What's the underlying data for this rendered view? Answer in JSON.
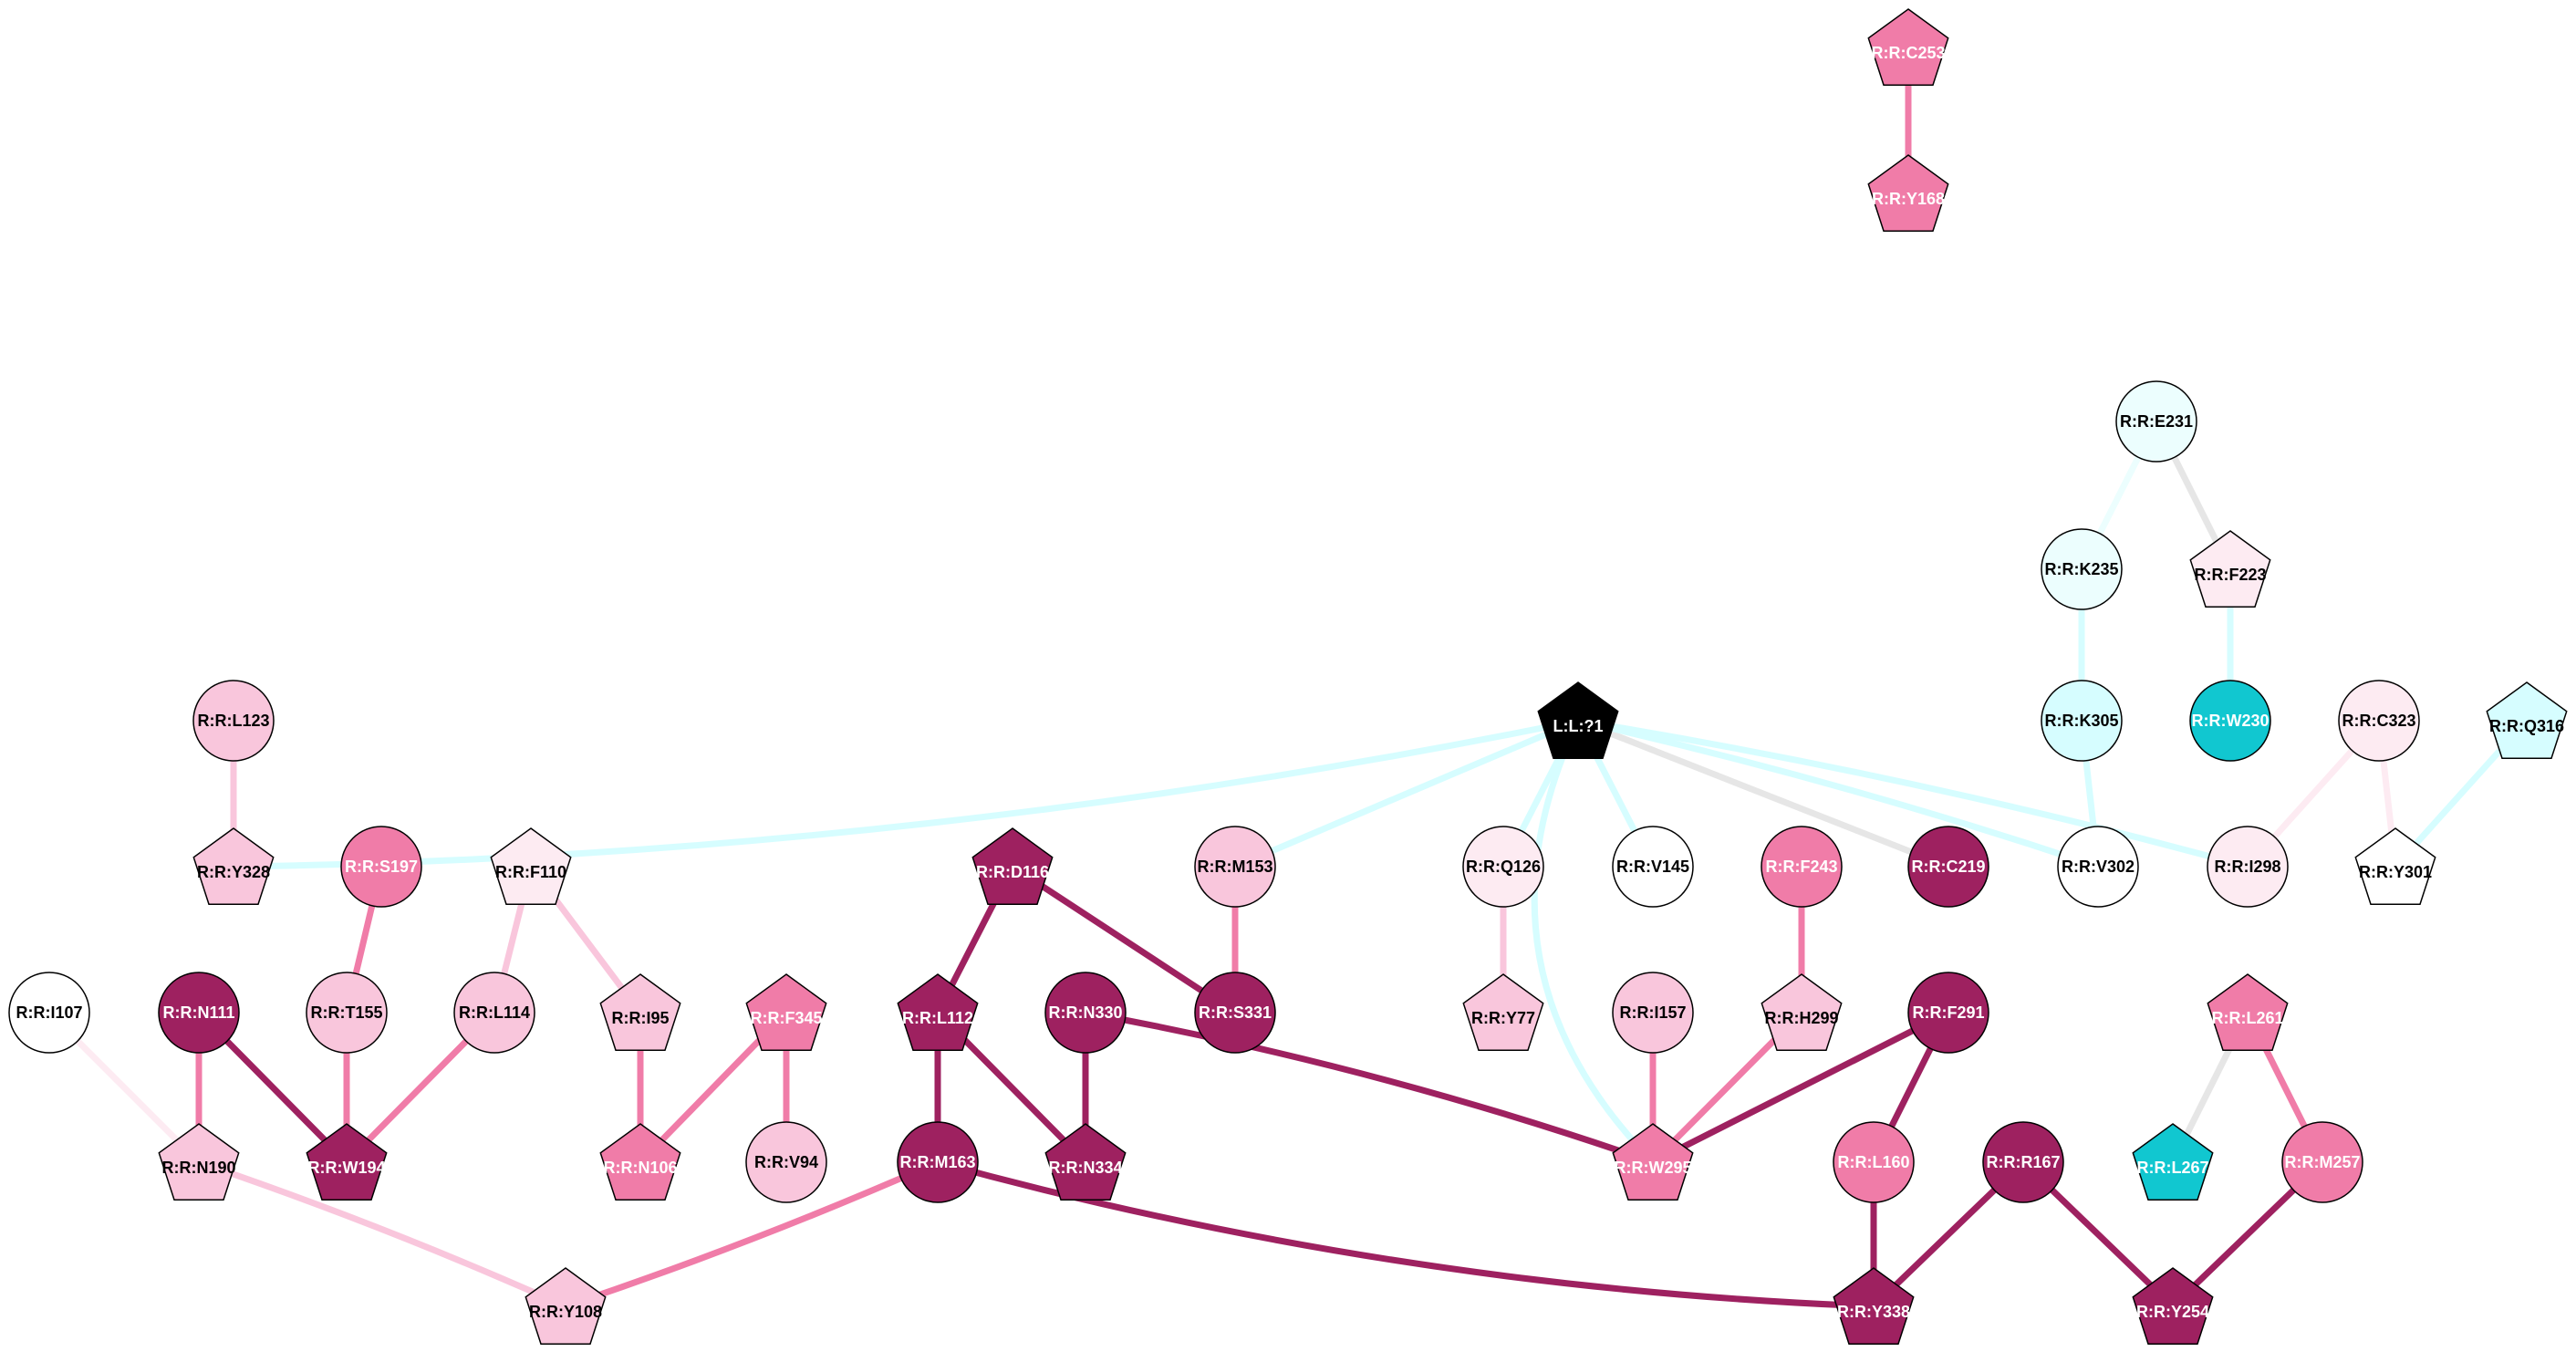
{
  "colors": {
    "dark": "#9e2160",
    "mid": "#f07ca8",
    "light": "#f9c6dc",
    "pale": "#fdebf2",
    "cyan": "#11c7d0",
    "cyan_pale": "#d6fdff",
    "cyan_faint": "#ecfefe",
    "white": "#ffffff",
    "black": "#000000",
    "grey_edge": "#e6e6e6"
  },
  "nodes": [
    {
      "id": "C253",
      "label": "R:R:C253",
      "shape": "pentagon",
      "fill": "mid"
    },
    {
      "id": "Y168",
      "label": "R:R:Y168",
      "shape": "pentagon",
      "fill": "mid"
    },
    {
      "id": "E231",
      "label": "R:R:E231",
      "shape": "circle",
      "fill": "cyan_faint"
    },
    {
      "id": "K235",
      "label": "R:R:K235",
      "shape": "circle",
      "fill": "cyan_faint"
    },
    {
      "id": "F223",
      "label": "R:R:F223",
      "shape": "pentagon",
      "fill": "pale"
    },
    {
      "id": "K305",
      "label": "R:R:K305",
      "shape": "circle",
      "fill": "cyan_pale"
    },
    {
      "id": "W230",
      "label": "R:R:W230",
      "shape": "circle",
      "fill": "cyan"
    },
    {
      "id": "C323",
      "label": "R:R:C323",
      "shape": "circle",
      "fill": "pale"
    },
    {
      "id": "Q316",
      "label": "R:R:Q316",
      "shape": "pentagon",
      "fill": "cyan_pale"
    },
    {
      "id": "L123",
      "label": "R:R:L123",
      "shape": "circle",
      "fill": "light"
    },
    {
      "id": "L71",
      "label": "L:L:?1",
      "shape": "pentagon",
      "fill": "black"
    },
    {
      "id": "Y328",
      "label": "R:R:Y328",
      "shape": "pentagon",
      "fill": "light"
    },
    {
      "id": "S197",
      "label": "R:R:S197",
      "shape": "circle",
      "fill": "mid"
    },
    {
      "id": "F110",
      "label": "R:R:F110",
      "shape": "pentagon",
      "fill": "pale"
    },
    {
      "id": "D116",
      "label": "R:R:D116",
      "shape": "pentagon",
      "fill": "dark"
    },
    {
      "id": "M153",
      "label": "R:R:M153",
      "shape": "circle",
      "fill": "light"
    },
    {
      "id": "Q126",
      "label": "R:R:Q126",
      "shape": "circle",
      "fill": "pale"
    },
    {
      "id": "V145",
      "label": "R:R:V145",
      "shape": "circle",
      "fill": "white"
    },
    {
      "id": "F243",
      "label": "R:R:F243",
      "shape": "circle",
      "fill": "mid"
    },
    {
      "id": "C219",
      "label": "R:R:C219",
      "shape": "circle",
      "fill": "dark"
    },
    {
      "id": "V302",
      "label": "R:R:V302",
      "shape": "circle",
      "fill": "white"
    },
    {
      "id": "I298",
      "label": "R:R:I298",
      "shape": "circle",
      "fill": "pale"
    },
    {
      "id": "Y301",
      "label": "R:R:Y301",
      "shape": "pentagon",
      "fill": "white"
    },
    {
      "id": "I107",
      "label": "R:R:I107",
      "shape": "circle",
      "fill": "white"
    },
    {
      "id": "N111",
      "label": "R:R:N111",
      "shape": "circle",
      "fill": "dark"
    },
    {
      "id": "T155",
      "label": "R:R:T155",
      "shape": "circle",
      "fill": "light"
    },
    {
      "id": "L114",
      "label": "R:R:L114",
      "shape": "circle",
      "fill": "light"
    },
    {
      "id": "I95",
      "label": "R:R:I95",
      "shape": "pentagon",
      "fill": "light"
    },
    {
      "id": "F345",
      "label": "R:R:F345",
      "shape": "pentagon",
      "fill": "mid"
    },
    {
      "id": "L112",
      "label": "R:R:L112",
      "shape": "pentagon",
      "fill": "dark"
    },
    {
      "id": "N330",
      "label": "R:R:N330",
      "shape": "circle",
      "fill": "dark"
    },
    {
      "id": "S331",
      "label": "R:R:S331",
      "shape": "circle",
      "fill": "dark"
    },
    {
      "id": "Y77",
      "label": "R:R:Y77",
      "shape": "pentagon",
      "fill": "light"
    },
    {
      "id": "I157",
      "label": "R:R:I157",
      "shape": "circle",
      "fill": "light"
    },
    {
      "id": "H299",
      "label": "R:R:H299",
      "shape": "pentagon",
      "fill": "light"
    },
    {
      "id": "F291",
      "label": "R:R:F291",
      "shape": "circle",
      "fill": "dark"
    },
    {
      "id": "L261",
      "label": "R:R:L261",
      "shape": "pentagon",
      "fill": "mid"
    },
    {
      "id": "N190",
      "label": "R:R:N190",
      "shape": "pentagon",
      "fill": "light"
    },
    {
      "id": "W194",
      "label": "R:R:W194",
      "shape": "pentagon",
      "fill": "dark"
    },
    {
      "id": "N106",
      "label": "R:R:N106",
      "shape": "pentagon",
      "fill": "mid"
    },
    {
      "id": "V94",
      "label": "R:R:V94",
      "shape": "circle",
      "fill": "light"
    },
    {
      "id": "M163",
      "label": "R:R:M163",
      "shape": "circle",
      "fill": "dark"
    },
    {
      "id": "N334",
      "label": "R:R:N334",
      "shape": "pentagon",
      "fill": "dark"
    },
    {
      "id": "W295",
      "label": "R:R:W295",
      "shape": "pentagon",
      "fill": "mid"
    },
    {
      "id": "L160",
      "label": "R:R:L160",
      "shape": "circle",
      "fill": "mid"
    },
    {
      "id": "R167",
      "label": "R:R:R167",
      "shape": "circle",
      "fill": "dark"
    },
    {
      "id": "L267",
      "label": "R:R:L267",
      "shape": "pentagon",
      "fill": "cyan"
    },
    {
      "id": "M257",
      "label": "R:R:M257",
      "shape": "circle",
      "fill": "mid"
    },
    {
      "id": "Y108",
      "label": "R:R:Y108",
      "shape": "pentagon",
      "fill": "light"
    },
    {
      "id": "Y338",
      "label": "R:R:Y338",
      "shape": "pentagon",
      "fill": "dark"
    },
    {
      "id": "Y254",
      "label": "R:R:Y254",
      "shape": "pentagon",
      "fill": "dark"
    }
  ],
  "edges": [
    {
      "from": "C253",
      "to": "Y168",
      "color": "mid"
    },
    {
      "from": "E231",
      "to": "K235",
      "color": "cyan_faint"
    },
    {
      "from": "E231",
      "to": "F223",
      "color": "grey_edge"
    },
    {
      "from": "K235",
      "to": "K305",
      "color": "cyan_pale"
    },
    {
      "from": "F223",
      "to": "W230",
      "color": "cyan_pale"
    },
    {
      "from": "K305",
      "to": "V302",
      "color": "cyan_pale"
    },
    {
      "from": "C323",
      "to": "I298",
      "color": "pale"
    },
    {
      "from": "C323",
      "to": "Y301",
      "color": "pale"
    },
    {
      "from": "Q316",
      "to": "Y301",
      "color": "cyan_pale"
    },
    {
      "from": "L123",
      "to": "Y328",
      "color": "light"
    },
    {
      "from": "L71",
      "to": "Y328",
      "color": "cyan_pale",
      "curve": -70
    },
    {
      "from": "L71",
      "to": "M153",
      "color": "cyan_pale"
    },
    {
      "from": "L71",
      "to": "Q126",
      "color": "cyan_pale"
    },
    {
      "from": "L71",
      "to": "V145",
      "color": "cyan_pale"
    },
    {
      "from": "L71",
      "to": "C219",
      "color": "grey_edge"
    },
    {
      "from": "L71",
      "to": "V302",
      "color": "cyan_pale",
      "curve": -15
    },
    {
      "from": "L71",
      "to": "I298",
      "color": "cyan_pale",
      "curve": -20
    },
    {
      "from": "L71",
      "to": "W295",
      "color": "cyan_pale",
      "curve": 170
    },
    {
      "from": "S197",
      "to": "T155",
      "color": "mid"
    },
    {
      "from": "F110",
      "to": "L114",
      "color": "light"
    },
    {
      "from": "F110",
      "to": "I95",
      "color": "light"
    },
    {
      "from": "D116",
      "to": "L112",
      "color": "dark"
    },
    {
      "from": "D116",
      "to": "S331",
      "color": "dark"
    },
    {
      "from": "M153",
      "to": "S331",
      "color": "mid"
    },
    {
      "from": "Q126",
      "to": "Y77",
      "color": "light"
    },
    {
      "from": "F243",
      "to": "H299",
      "color": "mid"
    },
    {
      "from": "I107",
      "to": "N190",
      "color": "pale"
    },
    {
      "from": "N111",
      "to": "N190",
      "color": "mid"
    },
    {
      "from": "N111",
      "to": "W194",
      "color": "dark"
    },
    {
      "from": "T155",
      "to": "W194",
      "color": "mid"
    },
    {
      "from": "L114",
      "to": "W194",
      "color": "mid"
    },
    {
      "from": "I95",
      "to": "N106",
      "color": "mid"
    },
    {
      "from": "F345",
      "to": "N106",
      "color": "mid"
    },
    {
      "from": "F345",
      "to": "V94",
      "color": "mid"
    },
    {
      "from": "L112",
      "to": "M163",
      "color": "dark"
    },
    {
      "from": "L112",
      "to": "N334",
      "color": "dark"
    },
    {
      "from": "N330",
      "to": "N334",
      "color": "dark"
    },
    {
      "from": "N330",
      "to": "W295",
      "color": "dark",
      "curve": -25
    },
    {
      "from": "I157",
      "to": "W295",
      "color": "mid"
    },
    {
      "from": "H299",
      "to": "W295",
      "color": "mid"
    },
    {
      "from": "F291",
      "to": "W295",
      "color": "dark"
    },
    {
      "from": "F291",
      "to": "L160",
      "color": "dark"
    },
    {
      "from": "L261",
      "to": "L267",
      "color": "grey_edge"
    },
    {
      "from": "L261",
      "to": "M257",
      "color": "mid"
    },
    {
      "from": "N190",
      "to": "Y108",
      "color": "light",
      "curve": -10
    },
    {
      "from": "M163",
      "to": "Y108",
      "color": "mid",
      "curve": -10
    },
    {
      "from": "M163",
      "to": "Y338",
      "color": "dark",
      "curve": 60
    },
    {
      "from": "L160",
      "to": "Y338",
      "color": "dark"
    },
    {
      "from": "R167",
      "to": "Y338",
      "color": "dark"
    },
    {
      "from": "R167",
      "to": "Y254",
      "color": "dark"
    },
    {
      "from": "M257",
      "to": "Y254",
      "color": "dark"
    }
  ]
}
